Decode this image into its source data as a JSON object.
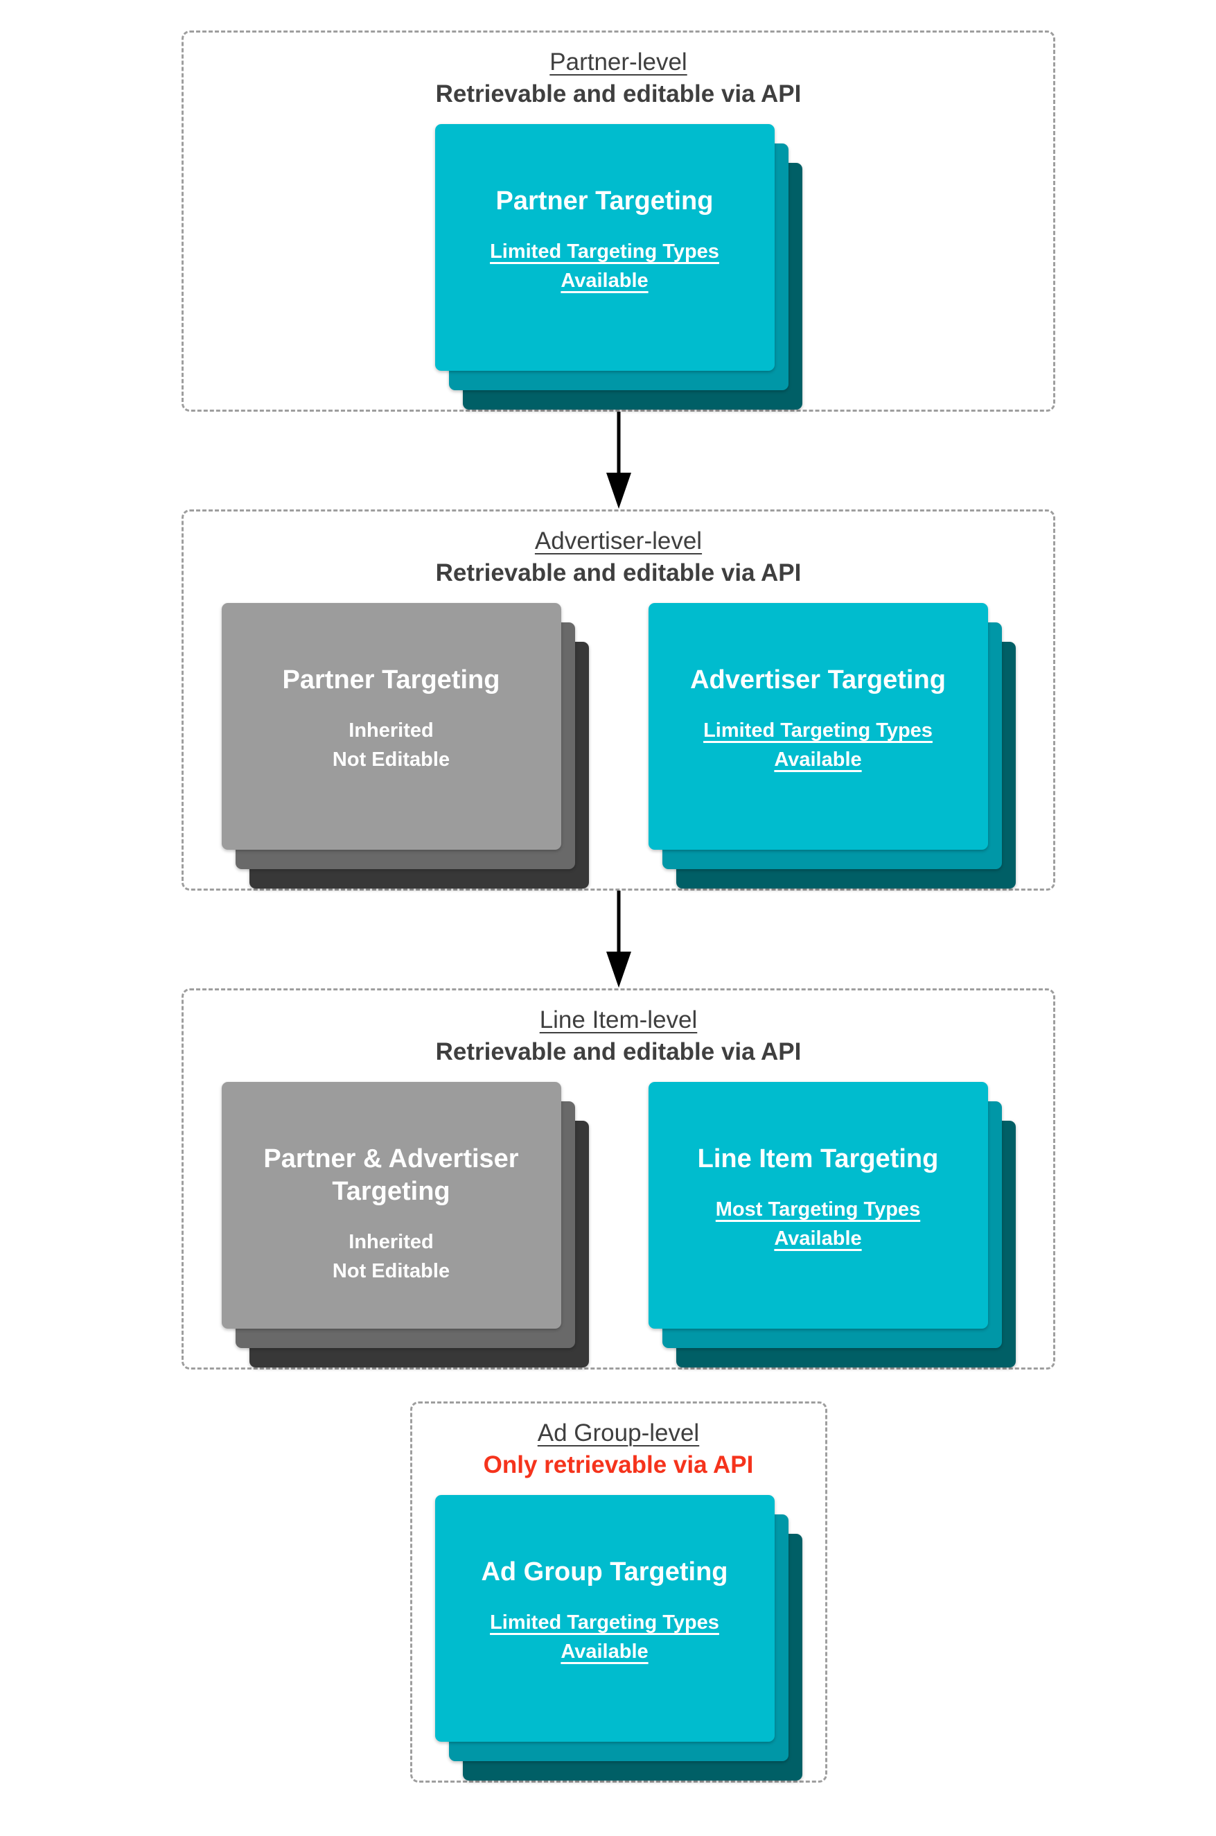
{
  "colors": {
    "cyan_front": "#00bcce",
    "cyan_mid": "#0097a7",
    "cyan_back": "#005f66",
    "gray_front": "#9c9c9c",
    "gray_mid": "#696969",
    "gray_back": "#383838",
    "header_text": "#3f3f3f",
    "alert_text": "#f5331c",
    "card_text": "#ffffff",
    "border": "#9e9e9e",
    "arrow": "#000000"
  },
  "sections": [
    {
      "title": "Partner-level",
      "subtitle": "Retrievable and editable via API",
      "cards": [
        {
          "title": "Partner Targeting",
          "subtitle": "Limited Targeting Types Available"
        }
      ]
    },
    {
      "title": "Advertiser-level",
      "subtitle": "Retrievable and editable via API",
      "cards": [
        {
          "title": "Partner Targeting",
          "lines": [
            "Inherited",
            "Not Editable"
          ]
        },
        {
          "title": "Advertiser Targeting",
          "subtitle": "Limited Targeting Types Available"
        }
      ]
    },
    {
      "title": "Line Item-level",
      "subtitle": "Retrievable and editable via API",
      "cards": [
        {
          "title": "Partner & Advertiser Targeting",
          "lines": [
            "Inherited",
            "Not Editable"
          ]
        },
        {
          "title": "Line Item Targeting",
          "subtitle": "Most Targeting Types Available"
        }
      ]
    },
    {
      "title": "Ad Group-level",
      "subtitle": "Only retrievable via API",
      "cards": [
        {
          "title": "Ad Group Targeting",
          "subtitle": "Limited Targeting Types Available"
        }
      ]
    }
  ]
}
